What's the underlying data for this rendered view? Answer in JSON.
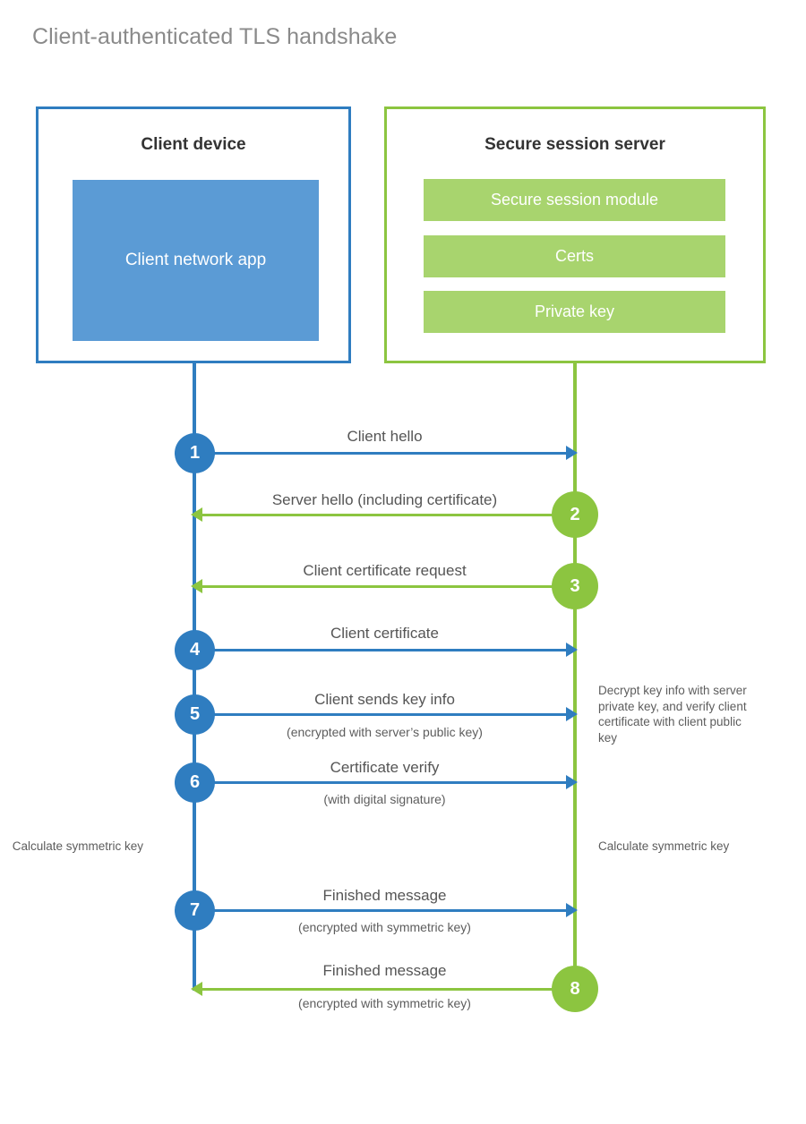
{
  "title": "Client-authenticated TLS handshake",
  "colors": {
    "client_blue": "#2f7dc0",
    "client_app_fill": "#5b9bd5",
    "server_green": "#8cc540",
    "server_bar_fill": "#a8d46e",
    "title_gray": "#8a8a8a",
    "text_gray": "#555555"
  },
  "parties": {
    "client": {
      "title": "Client device",
      "component": "Client network app"
    },
    "server": {
      "title": "Secure session server",
      "components": [
        "Secure session module",
        "Certs",
        "Private key"
      ]
    }
  },
  "steps": [
    {
      "number": "1",
      "label": "Client hello",
      "sublabel": "",
      "direction": "client-to-server",
      "side": "client"
    },
    {
      "number": "2",
      "label": "Server hello (including certificate)",
      "sublabel": "",
      "direction": "server-to-client",
      "side": "server"
    },
    {
      "number": "3",
      "label": "Client certificate request",
      "sublabel": "",
      "direction": "server-to-client",
      "side": "server"
    },
    {
      "number": "4",
      "label": "Client certificate",
      "sublabel": "",
      "direction": "client-to-server",
      "side": "client"
    },
    {
      "number": "5",
      "label": "Client sends key info",
      "sublabel": "(encrypted with server’s public key)",
      "direction": "client-to-server",
      "side": "client"
    },
    {
      "number": "6",
      "label": "Certificate verify",
      "sublabel": "(with digital signature)",
      "direction": "client-to-server",
      "side": "client"
    },
    {
      "number": "7",
      "label": "Finished message",
      "sublabel": "(encrypted with symmetric key)",
      "direction": "client-to-server",
      "side": "client"
    },
    {
      "number": "8",
      "label": "Finished message",
      "sublabel": "(encrypted with symmetric key)",
      "direction": "server-to-client",
      "side": "server"
    }
  ],
  "notes": {
    "server_decrypt": "Decrypt key info with server private key, and verify client certificate with client public key",
    "client_calculate": "Calculate symmetric key",
    "server_calculate": "Calculate symmetric key"
  }
}
